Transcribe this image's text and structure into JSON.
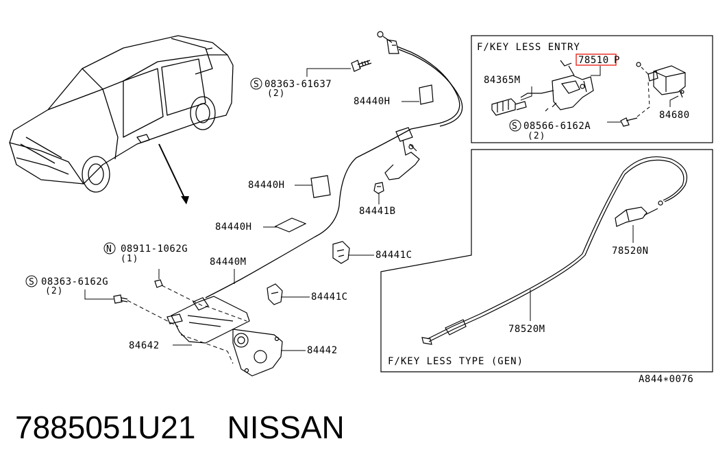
{
  "callouts": {
    "s_08363_61637": "08363-61637",
    "s_08363_61637_qty": "(2)",
    "p_84440H_a": "84440H",
    "p_84440H_b": "84440H",
    "p_84440H_c": "84440H",
    "p_84441B": "84441B",
    "n_08911_1062G": "08911-1062G",
    "n_08911_1062G_qty": "(1)",
    "p_84440M": "84440M",
    "p_84441C_a": "84441C",
    "s_08363_6162G": "08363-6162G",
    "s_08363_6162G_qty": "(2)",
    "p_84441C_b": "84441C",
    "p_84642": "84642",
    "p_84442": "84442"
  },
  "symbols": {
    "s": "S",
    "n": "N"
  },
  "inset_keyless_entry": {
    "title": "F/KEY LESS ENTRY",
    "p_78510P_num": "78510",
    "p_78510P_suffix": "P",
    "p_84365M": "84365M",
    "p_84680": "84680",
    "s_08566_6162A": "08566-6162A",
    "s_08566_6162A_qty": "(2)"
  },
  "inset_keyless_type": {
    "title": "F/KEY LESS TYPE (GEN)",
    "p_78520N": "78520N",
    "p_78520M": "78520M"
  },
  "diagram_code": "A844∗0076",
  "caption": {
    "part_number": "7885051U21",
    "brand": "NISSAN"
  },
  "colors": {
    "highlight": "#e8332a",
    "ink": "#000000"
  }
}
